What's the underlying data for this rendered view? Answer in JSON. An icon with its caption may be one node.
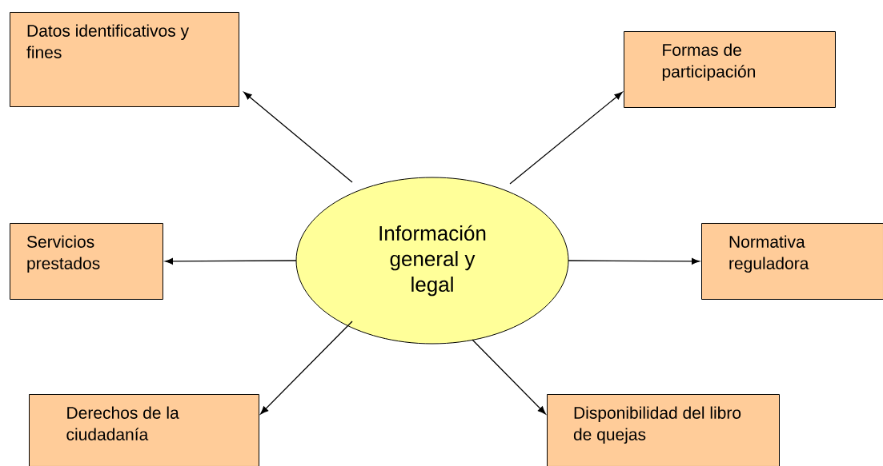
{
  "diagram": {
    "nodes": [
      {
        "text": [
          "Datos identificativos y fines"
        ]
      },
      {
        "text": [
          "Formas de participación"
        ]
      },
      {
        "text": [
          "Servicios prestados"
        ]
      },
      {
        "text": [
          "Normativa reguladora"
        ]
      },
      {
        "text": [
          "Derechos de la ciudadanía"
        ]
      },
      {
        "text": [
          "Disponibilidad del libro de quejas"
        ]
      },
      {
        "text": [
          "Información general y legal"
        ]
      }
    ],
    "edges": [
      {
        "from": 6,
        "to": 0,
        "arrow": "to"
      },
      {
        "from": 6,
        "to": 1,
        "arrow": "to"
      },
      {
        "from": 6,
        "to": 2,
        "arrow": "to"
      },
      {
        "from": 6,
        "to": 3,
        "arrow": "to"
      },
      {
        "from": 6,
        "to": 4,
        "arrow": "to"
      },
      {
        "from": 6,
        "to": 5,
        "arrow": "to"
      }
    ]
  }
}
